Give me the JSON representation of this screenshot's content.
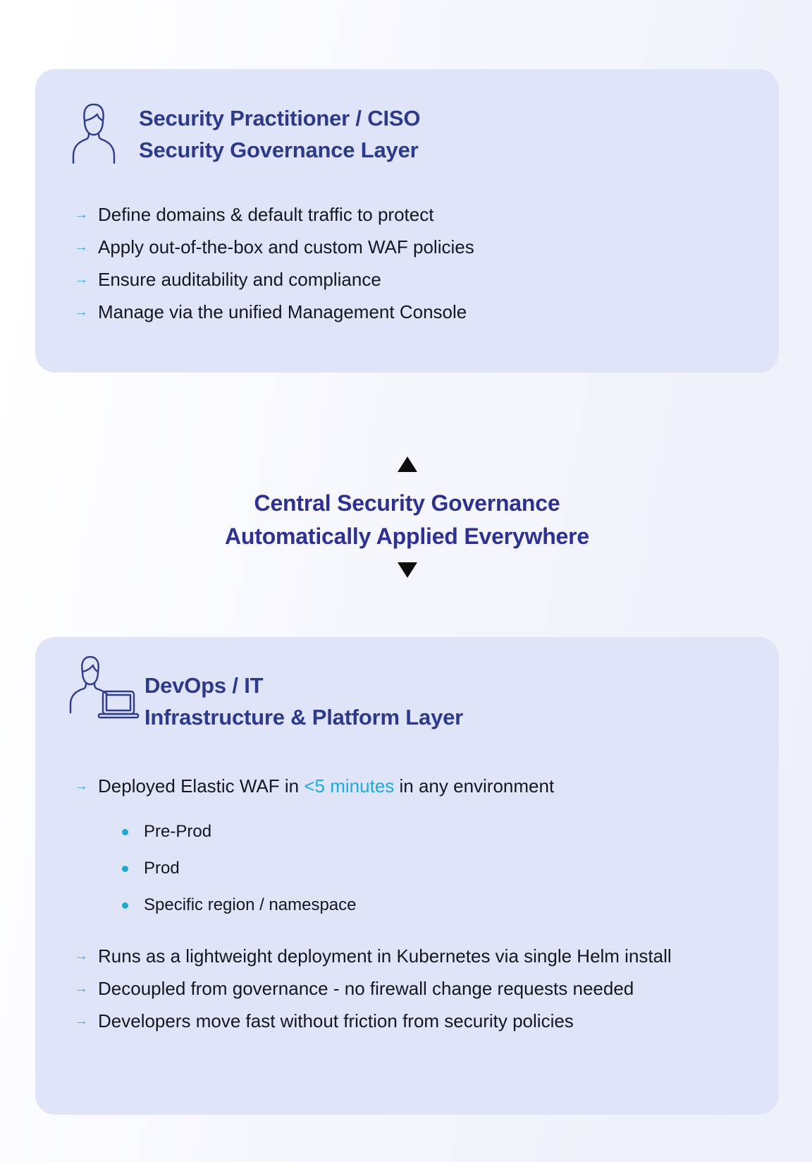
{
  "icons": {
    "bullet_arrow_glyph": "→"
  },
  "card_governance": {
    "title_line1": "Security Practitioner / CISO",
    "title_line2": "Security Governance Layer",
    "bullets": [
      "Define domains & default traffic to protect",
      "Apply out-of-the-box and custom WAF policies",
      "Ensure auditability and compliance",
      "Manage via the unified Management Console"
    ]
  },
  "connector": {
    "line1": "Central Security Governance",
    "line2": "Automatically Applied Everywhere"
  },
  "card_devops": {
    "title_line1": "DevOps / IT",
    "title_line2": "Infrastructure & Platform Layer",
    "bullet1": {
      "pre": "Deployed Elastic WAF in ",
      "highlight": "<5 minutes",
      "post": " in any environment"
    },
    "sub_bullets": [
      "Pre-Prod",
      "Prod",
      "Specific region / namespace"
    ],
    "bullet2": "Runs as a lightweight deployment in Kubernetes via single Helm install",
    "bullet3": "Decoupled from governance - no firewall change requests needed",
    "bullet4": "Developers move fast without friction from security policies"
  },
  "colors": {
    "card_background": "#dfe4f8",
    "heading": "#2d3a8c",
    "body_text": "#16161e",
    "accent_cyan": "#1fa9e0",
    "bullet_arrow": "#4da7dc",
    "connector_text": "#2e3192",
    "triangle": "#0d0d0d"
  }
}
